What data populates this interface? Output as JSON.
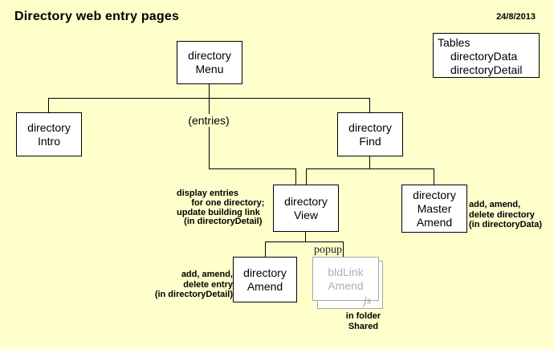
{
  "header": {
    "title": "Directory web entry pages",
    "date": "24/8/2013"
  },
  "tables_panel": {
    "title": "Tables",
    "items": [
      "directoryData",
      "directoryDetail"
    ]
  },
  "nodes": {
    "menu": "directory\nMenu",
    "intro": "directory\nIntro",
    "find": "directory\nFind",
    "view": "directory\nView",
    "master_amend": "directory\nMaster\nAmend",
    "amend": "directory\nAmend",
    "bldlink_amend": "bldLink\nAmend"
  },
  "labels": {
    "entries": "(entries)",
    "popup": "popup",
    "js": "js",
    "view_note": "display entries\n      for one directory;\nupdate building link\n   (in directoryDetail)",
    "master_note": "add, amend,\ndelete directory\n(in directoryData)",
    "amend_note": "add, amend,\ndelete entry\n(in directoryDetail)",
    "folder_note": "in folder\nShared"
  },
  "colors": {
    "background": "#FFFFCC",
    "box_fill": "#FFFFFF",
    "line": "#000000",
    "muted_gray": "#A6A6A6"
  }
}
